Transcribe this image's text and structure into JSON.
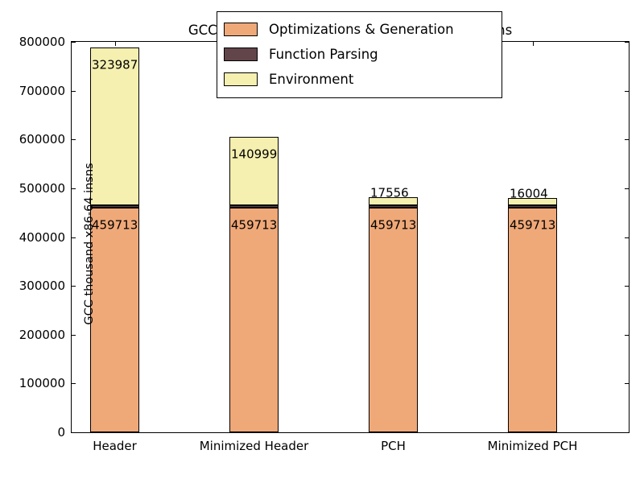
{
  "chart_data": {
    "type": "bar",
    "stacked": true,
    "title": "GCC -O2 processing a function with 44 RTL insns",
    "xlabel": "",
    "ylabel": "GCC thousand x86-64 insns",
    "categories": [
      "Header",
      "Minimized Header",
      "PCH",
      "Minimized PCH"
    ],
    "series": [
      {
        "name": "Optimizations & Generation",
        "color": "#EFA878",
        "values": [
          459713,
          459713,
          459713,
          459713
        ],
        "labels": [
          "459713",
          "459713",
          "459713",
          "459713"
        ]
      },
      {
        "name": "Function Parsing",
        "color": "#61454A",
        "values": [
          5000,
          5000,
          5000,
          5000
        ],
        "labels": [
          "",
          "",
          "",
          ""
        ]
      },
      {
        "name": "Environment",
        "color": "#F5EFB0",
        "values": [
          323987,
          140999,
          17556,
          16004
        ],
        "labels": [
          "323987",
          "140999",
          "17556",
          "16004"
        ]
      }
    ],
    "totals": [
      788700,
      605712,
      482269,
      480717
    ],
    "ylim": [
      0,
      800000
    ],
    "yticks": [
      0,
      100000,
      200000,
      300000,
      400000,
      500000,
      600000,
      700000,
      800000
    ],
    "ytick_labels": [
      "0",
      "100000",
      "200000",
      "300000",
      "400000",
      "500000",
      "600000",
      "700000",
      "800000"
    ],
    "grid": false,
    "legend_position": "upper right"
  },
  "legend": {
    "entries": [
      {
        "label": "Optimizations & Generation",
        "color": "#EFA878"
      },
      {
        "label": "Function Parsing",
        "color": "#61454A"
      },
      {
        "label": "Environment",
        "color": "#F5EFB0"
      }
    ]
  }
}
